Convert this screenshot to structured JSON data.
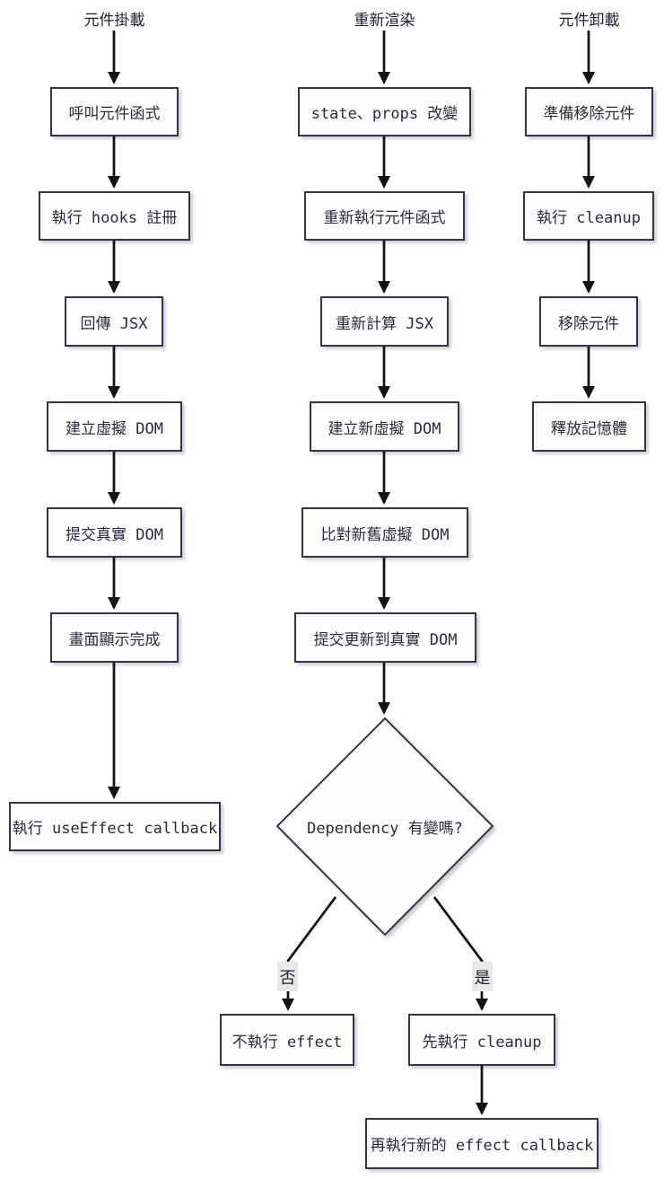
{
  "columns": {
    "mount": {
      "title": "元件掛載",
      "steps": [
        "呼叫元件函式",
        "執行 hooks 註冊",
        "回傳 JSX",
        "建立虛擬 DOM",
        "提交真實 DOM",
        "畫面顯示完成",
        "執行 useEffect callback"
      ]
    },
    "rerender": {
      "title": "重新渲染",
      "steps": [
        "state、props 改變",
        "重新執行元件函式",
        "重新計算 JSX",
        "建立新虛擬 DOM",
        "比對新舊虛擬 DOM",
        "提交更新到真實 DOM"
      ]
    },
    "unmount": {
      "title": "元件卸載",
      "steps": [
        "準備移除元件",
        "執行 cleanup",
        "移除元件",
        "釋放記憶體"
      ]
    }
  },
  "decision": {
    "question": "Dependency 有變嗎?",
    "branches": {
      "no": {
        "label": "否",
        "next": "不執行 effect"
      },
      "yes": {
        "label": "是",
        "next": "先執行 cleanup",
        "then": "再執行新的 effect callback"
      }
    }
  },
  "colors": {
    "background": "#ffffff",
    "node_fill": "#fdfdfd",
    "node_border": "#33334d",
    "text": "#2a2a3e",
    "arrow": "#141414",
    "edge_label_bg": "#e8e8e8"
  }
}
